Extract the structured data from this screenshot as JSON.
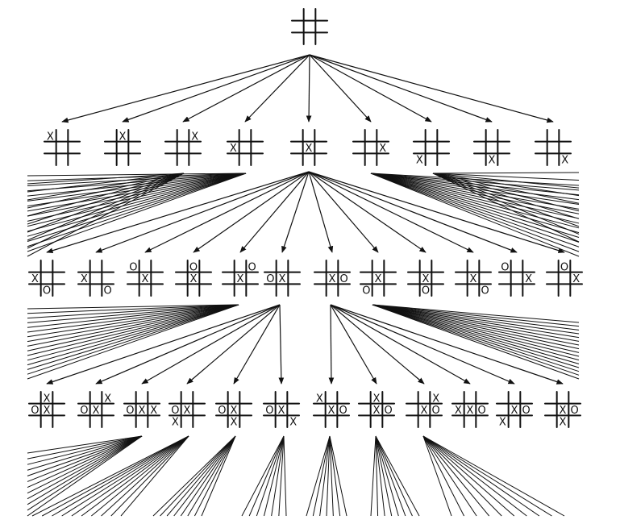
{
  "diagram": {
    "type": "tic-tac-toe-game-tree",
    "root": {
      "board": [
        "",
        "",
        "",
        "",
        "",
        "",
        "",
        "",
        ""
      ]
    },
    "level1": [
      {
        "board": [
          "X",
          "",
          "",
          "",
          "",
          "",
          "",
          "",
          ""
        ]
      },
      {
        "board": [
          "",
          "X",
          "",
          "",
          "",
          "",
          "",
          "",
          ""
        ]
      },
      {
        "board": [
          "",
          "",
          "X",
          "",
          "",
          "",
          "",
          "",
          ""
        ]
      },
      {
        "board": [
          "",
          "",
          "",
          "X",
          "",
          "",
          "",
          "",
          ""
        ]
      },
      {
        "board": [
          "",
          "",
          "",
          "",
          "X",
          "",
          "",
          "",
          ""
        ]
      },
      {
        "board": [
          "",
          "",
          "",
          "",
          "",
          "X",
          "",
          "",
          ""
        ]
      },
      {
        "board": [
          "",
          "",
          "",
          "",
          "",
          "",
          "X",
          "",
          ""
        ]
      },
      {
        "board": [
          "",
          "",
          "",
          "",
          "",
          "",
          "",
          "X",
          ""
        ]
      },
      {
        "board": [
          "",
          "",
          "",
          "",
          "",
          "",
          "",
          "",
          "X"
        ]
      }
    ],
    "level2": [
      {
        "board": [
          "",
          "",
          "",
          "X",
          "",
          "",
          "",
          "O",
          ""
        ]
      },
      {
        "board": [
          "",
          "",
          "",
          "X",
          "",
          "",
          "",
          "",
          "O"
        ]
      },
      {
        "board": [
          "O",
          "",
          "",
          "",
          "X",
          "",
          "",
          "",
          ""
        ]
      },
      {
        "board": [
          "",
          "O",
          "",
          "",
          "X",
          "",
          "",
          "",
          ""
        ]
      },
      {
        "board": [
          "",
          "",
          "O",
          "",
          "X",
          "",
          "",
          "",
          ""
        ]
      },
      {
        "board": [
          "",
          "",
          "",
          "O",
          "X",
          "",
          "",
          "",
          ""
        ]
      },
      {
        "board": [
          "",
          "",
          "",
          "",
          "X",
          "O",
          "",
          "",
          ""
        ]
      },
      {
        "board": [
          "",
          "",
          "",
          "",
          "X",
          "",
          "O",
          "",
          ""
        ]
      },
      {
        "board": [
          "",
          "",
          "",
          "",
          "X",
          "",
          "",
          "O",
          ""
        ]
      },
      {
        "board": [
          "",
          "",
          "",
          "",
          "X",
          "",
          "",
          "",
          "O"
        ]
      },
      {
        "board": [
          "O",
          "",
          "",
          "",
          "",
          "X",
          "",
          "",
          ""
        ]
      },
      {
        "board": [
          "",
          "O",
          "",
          "",
          "",
          "X",
          "",
          "",
          ""
        ]
      }
    ],
    "level3": [
      {
        "board": [
          "",
          "X",
          "",
          "O",
          "X",
          "",
          "",
          "",
          ""
        ]
      },
      {
        "board": [
          "",
          "",
          "X",
          "O",
          "X",
          "",
          "",
          "",
          ""
        ]
      },
      {
        "board": [
          "",
          "",
          "",
          "O",
          "X",
          "X",
          "",
          "",
          ""
        ]
      },
      {
        "board": [
          "",
          "",
          "",
          "O",
          "X",
          "",
          "X",
          "",
          ""
        ]
      },
      {
        "board": [
          "",
          "",
          "",
          "O",
          "X",
          "",
          "",
          "X",
          ""
        ]
      },
      {
        "board": [
          "",
          "",
          "",
          "O",
          "X",
          "",
          "",
          "",
          "X"
        ]
      },
      {
        "board": [
          "X",
          "",
          "",
          "",
          "X",
          "O",
          "",
          "",
          ""
        ]
      },
      {
        "board": [
          "",
          "X",
          "",
          "",
          "X",
          "O",
          "",
          "",
          ""
        ]
      },
      {
        "board": [
          "",
          "",
          "X",
          "",
          "X",
          "O",
          "",
          "",
          ""
        ]
      },
      {
        "board": [
          "",
          "",
          "",
          "X",
          "X",
          "O",
          "",
          "",
          ""
        ]
      },
      {
        "board": [
          "",
          "",
          "",
          "",
          "X",
          "O",
          "X",
          "",
          ""
        ]
      },
      {
        "board": [
          "",
          "",
          "",
          "",
          "X",
          "O",
          "",
          "X",
          ""
        ]
      }
    ]
  }
}
